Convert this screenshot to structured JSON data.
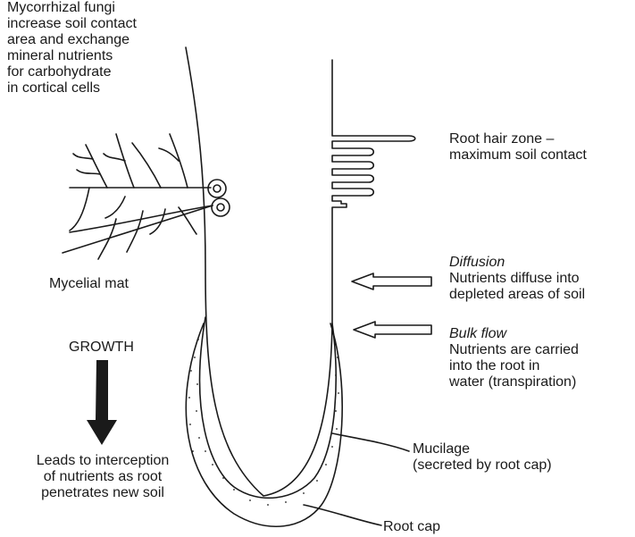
{
  "labels": {
    "mycorrhizal": [
      "Mycorrhizal fungi",
      "increase soil contact",
      "area and exchange",
      "mineral nutrients",
      "for carbohydrate",
      "in cortical cells"
    ],
    "root_hair": [
      "Root hair zone –",
      "maximum soil contact"
    ],
    "mycelial_mat": "Mycelial mat",
    "diffusion": {
      "title": "Diffusion",
      "lines": [
        "Nutrients diffuse into",
        "depleted areas of soil"
      ]
    },
    "bulk_flow": {
      "title": "Bulk flow",
      "lines": [
        "Nutrients are carried",
        "into the root in",
        "water (transpiration)"
      ]
    },
    "growth": "GROWTH",
    "interception": [
      "Leads to interception",
      "of nutrients as root",
      "penetrates new soil"
    ],
    "mucilage": [
      "Mucilage",
      "(secreted by root cap)"
    ],
    "root_cap": "Root cap"
  }
}
